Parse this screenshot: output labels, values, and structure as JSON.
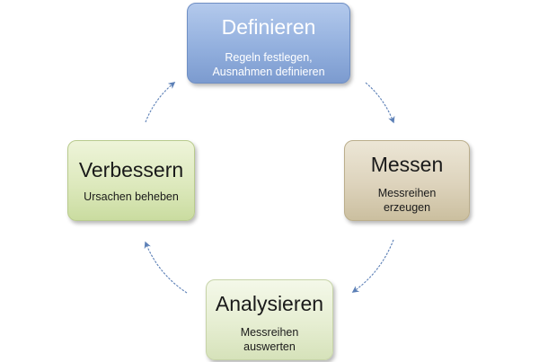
{
  "nodes": {
    "definieren": {
      "title": "Definieren",
      "subtitle": "Regeln festlegen,\nAusnahmen definieren"
    },
    "messen": {
      "title": "Messen",
      "subtitle": "Messreihen\nerzeugen"
    },
    "analysieren": {
      "title": "Analysieren",
      "subtitle": "Messreihen\nauswerten"
    },
    "verbessern": {
      "title": "Verbessern",
      "subtitle": "Ursachen beheben"
    }
  },
  "colors": {
    "arrow": "#5b7fb6",
    "definieren": "#93b0de",
    "messen": "#ddd3bc",
    "analysieren": "#e6eed2",
    "verbessern": "#dde9bd"
  }
}
